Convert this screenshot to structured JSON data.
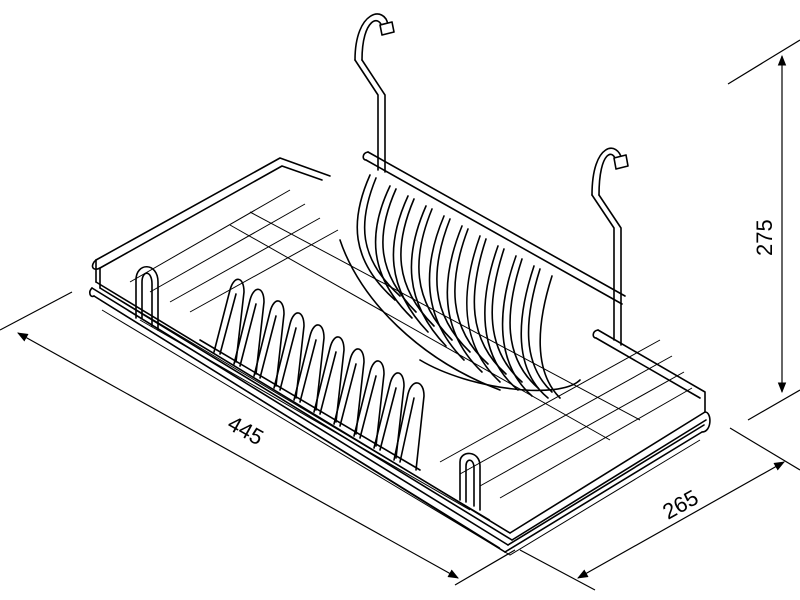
{
  "dimensions": {
    "length": "445",
    "depth": "265",
    "height": "275"
  },
  "colors": {
    "line": "#000000",
    "background": "#ffffff"
  }
}
